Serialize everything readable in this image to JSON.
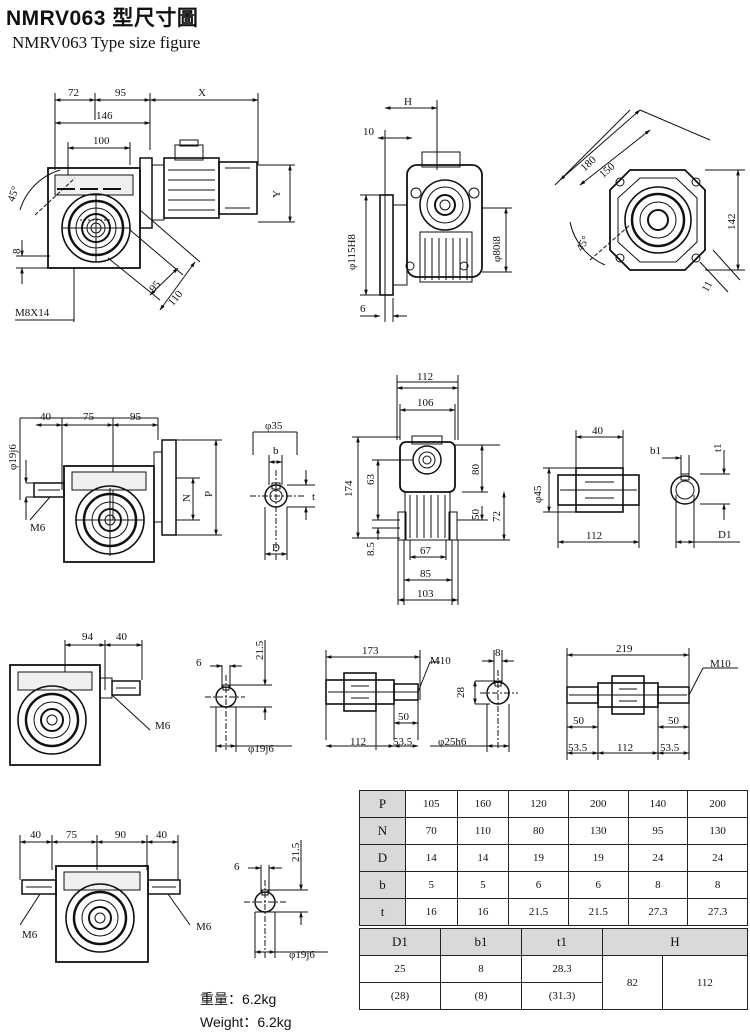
{
  "title": "NMRV063  型尺寸圖",
  "subtitle": "NMRV063  Type size figure",
  "dimensions": {
    "top_left": {
      "d72": "72",
      "d95": "95",
      "dX": "X",
      "d146": "146",
      "d100": "100",
      "angle45": "45°",
      "dY": "Y",
      "d8": "8",
      "d95b": "95",
      "d110": "110",
      "m8x14": "M8X14"
    },
    "top_mid": {
      "dH": "H",
      "d10": "10",
      "phi115": "φ115H8",
      "phi80": "φ80i8",
      "d6": "6"
    },
    "top_right": {
      "d180": "180",
      "d150": "150",
      "d142": "142",
      "angle45": "45°",
      "d11": "11"
    },
    "row2_left": {
      "d40": "40",
      "d75": "75",
      "d95": "95",
      "phi19": "φ19j6",
      "dN": "N",
      "dP": "P",
      "m6": "M6"
    },
    "row2_shaft": {
      "phi35": "φ35",
      "db": "b",
      "dt": "t",
      "dD": "D"
    },
    "row2_mid": {
      "d112": "112",
      "d106": "106",
      "d174": "174",
      "d63": "63",
      "d80": "80",
      "d50": "50",
      "d72": "72",
      "d85": "8.5",
      "d67": "67",
      "d85b": "85",
      "d103": "103"
    },
    "row2_right": {
      "d40": "40",
      "phi45": "φ45",
      "d112": "112",
      "b1": "b1",
      "t1": "t1",
      "D1": "D1"
    },
    "row3_left": {
      "d94": "94",
      "d40": "40",
      "m6": "M6"
    },
    "row3_key": {
      "d6": "6",
      "d215": "21.5",
      "phi19": "φ19j6"
    },
    "row3_mid": {
      "d173": "173",
      "m10": "M10",
      "d50": "50",
      "d112": "112",
      "d535": "53.5"
    },
    "row3_key2": {
      "d8": "8",
      "d28": "28",
      "phi25": "φ25h6"
    },
    "row3_right": {
      "d219": "219",
      "m10": "M10",
      "d50a": "50",
      "d50b": "50",
      "d535a": "53.5",
      "d112": "112",
      "d535b": "53.5"
    },
    "row4_left": {
      "d40a": "40",
      "d75": "75",
      "d90": "90",
      "d40b": "40",
      "m6a": "M6",
      "m6b": "M6"
    },
    "row4_key": {
      "d6": "6",
      "d215": "21.5",
      "phi19": "φ19j6"
    }
  },
  "weight_cn": "重量：6.2kg",
  "weight_en": "Weight：6.2kg",
  "table1": {
    "rows": [
      {
        "label": "P",
        "values": [
          "105",
          "160",
          "120",
          "200",
          "140",
          "200"
        ]
      },
      {
        "label": "N",
        "values": [
          "70",
          "110",
          "80",
          "130",
          "95",
          "130"
        ]
      },
      {
        "label": "D",
        "values": [
          "14",
          "14",
          "19",
          "19",
          "24",
          "24"
        ]
      },
      {
        "label": "b",
        "values": [
          "5",
          "5",
          "6",
          "6",
          "8",
          "8"
        ]
      },
      {
        "label": "t",
        "values": [
          "16",
          "16",
          "21.5",
          "21.5",
          "27.3",
          "27.3"
        ]
      }
    ]
  },
  "table2": {
    "headers": [
      "D1",
      "b1",
      "t1",
      "H"
    ],
    "row1": [
      "25",
      "8",
      "28.3"
    ],
    "row2": [
      "(28)",
      "(8)",
      "(31.3)"
    ],
    "h_values": [
      "82",
      "112"
    ]
  }
}
